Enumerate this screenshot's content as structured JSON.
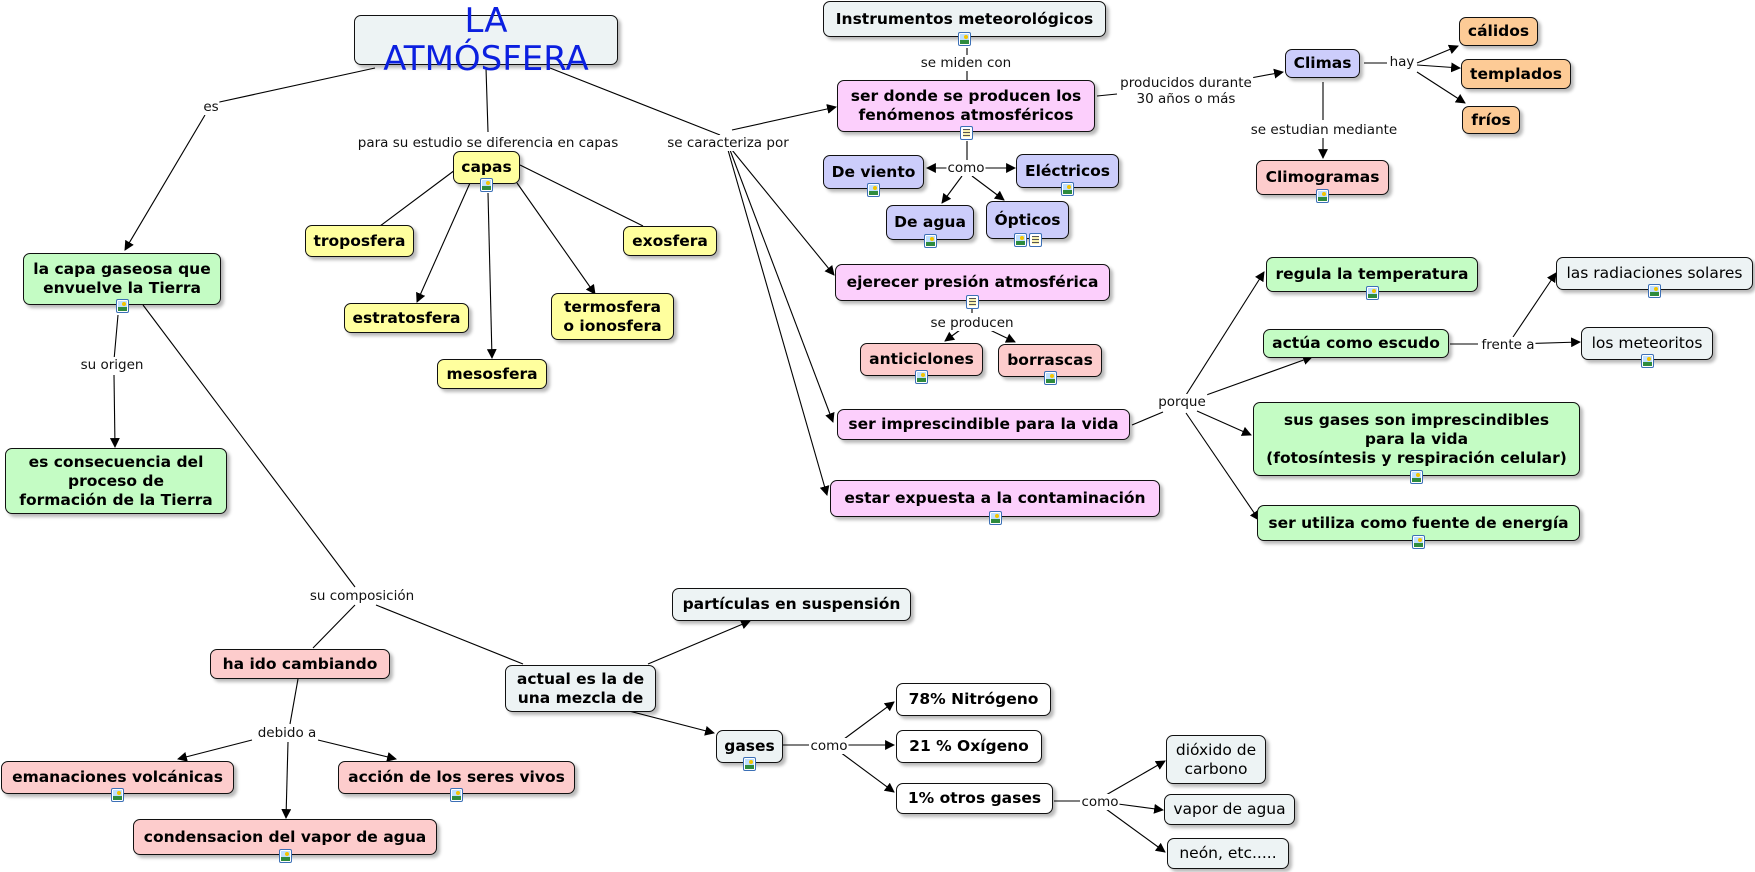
{
  "map_title": "LA ATMÓSFERA",
  "colors": {
    "title_text": "#0b1fe0",
    "gray_node": "#edf3f4",
    "yellow_node": "#ffff9e",
    "green_node": "#c4fcc4",
    "pink_node": "#fccffc",
    "purple_node": "#cccdfb",
    "salmon_node": "#fdcccc",
    "orange_node": "#fdcb96",
    "white_node": "#ffffff"
  },
  "nodes": {
    "title": {
      "text": "LA ATMÓSFERA",
      "icons": []
    },
    "capa_gaseosa": {
      "text": "la capa gaseosa que\nenvuelve la Tierra",
      "icons": [
        "image-icon"
      ]
    },
    "consecuencia": {
      "text": "es consecuencia del\nproceso de\nformación de la Tierra",
      "icons": []
    },
    "capas": {
      "text": "capas",
      "icons": [
        "image-icon"
      ]
    },
    "troposfera": {
      "text": "troposfera",
      "icons": []
    },
    "estratosfera": {
      "text": "estratosfera",
      "icons": []
    },
    "mesosfera": {
      "text": "mesosfera",
      "icons": []
    },
    "termosfera": {
      "text": "termosfera\no ionosfera",
      "icons": []
    },
    "exosfera": {
      "text": "exosfera",
      "icons": []
    },
    "instrumentos": {
      "text": "Instrumentos meteorológicos",
      "icons": [
        "image-icon"
      ]
    },
    "fenomenos": {
      "text": "ser donde se producen los\nfenómenos atmosféricos",
      "icons": [
        "document-icon"
      ]
    },
    "viento": {
      "text": "De viento",
      "icons": [
        "image-icon"
      ]
    },
    "electricos": {
      "text": "Eléctricos",
      "icons": [
        "image-icon"
      ]
    },
    "agua": {
      "text": "De agua",
      "icons": [
        "image-icon"
      ]
    },
    "opticos": {
      "text": "Ópticos",
      "icons": [
        "image-icon",
        "document-icon"
      ]
    },
    "climas": {
      "text": "Climas",
      "icons": []
    },
    "calidos": {
      "text": "cálidos",
      "icons": []
    },
    "templados": {
      "text": "templados",
      "icons": []
    },
    "frios": {
      "text": "fríos",
      "icons": []
    },
    "climogramas": {
      "text": "Climogramas",
      "icons": [
        "image-icon"
      ]
    },
    "presion": {
      "text": "ejerecer presión atmosférica",
      "icons": [
        "document-icon"
      ]
    },
    "anticiclones": {
      "text": "anticiclones",
      "icons": [
        "image-icon"
      ]
    },
    "borrascas": {
      "text": "borrascas",
      "icons": [
        "image-icon"
      ]
    },
    "imprescindible": {
      "text": "ser imprescindible para la vida",
      "icons": []
    },
    "contaminacion": {
      "text": "estar expuesta a la contaminación",
      "icons": [
        "image-icon"
      ]
    },
    "regula": {
      "text": "regula la temperatura",
      "icons": [
        "image-icon"
      ]
    },
    "escudo": {
      "text": "actúa como escudo",
      "icons": []
    },
    "sus_gases": {
      "text": "sus gases son imprescindibles\npara la vida\n(fotosíntesis y respiración celular)",
      "icons": [
        "image-icon"
      ]
    },
    "energia": {
      "text": "ser utiliza como fuente de energía",
      "icons": [
        "image-icon"
      ]
    },
    "radiaciones": {
      "text": "las radiaciones solares",
      "icons": [
        "image-icon"
      ]
    },
    "meteoritos": {
      "text": "los meteoritos",
      "icons": [
        "image-icon"
      ]
    },
    "cambiando": {
      "text": "ha ido cambiando",
      "icons": []
    },
    "mezcla": {
      "text": "actual es la de\nuna mezcla de",
      "icons": []
    },
    "particulas": {
      "text": "partículas en suspensión",
      "icons": []
    },
    "gases": {
      "text": "gases",
      "icons": [
        "image-icon"
      ]
    },
    "nitrogeno": {
      "text": "78% Nitrógeno",
      "icons": []
    },
    "oxigeno": {
      "text": "21 % Oxígeno",
      "icons": []
    },
    "otros": {
      "text": "1% otros gases",
      "icons": []
    },
    "dioxido": {
      "text": "dióxido de\ncarbono",
      "icons": []
    },
    "vapor": {
      "text": "vapor de agua",
      "icons": []
    },
    "neon": {
      "text": "neón, etc.....",
      "icons": []
    },
    "volcanicas": {
      "text": "emanaciones volcánicas",
      "icons": [
        "image-icon"
      ]
    },
    "seres_vivos": {
      "text": "acción de los seres vivos",
      "icons": [
        "image-icon"
      ]
    },
    "condensacion": {
      "text": "condensacion del vapor de agua",
      "icons": [
        "image-icon"
      ]
    }
  },
  "linking_phrases": {
    "es": "es",
    "para_estudio": "para su estudio se diferencia en capas",
    "caracteriza": "se caracteriza por",
    "su_origen": "su origen",
    "su_composicion": "su composición",
    "se_miden": "se miden con",
    "como_fen": "como",
    "producidos": "producidos durante\n30 años o más",
    "hay": "hay",
    "se_estudian": "se estudian mediante",
    "se_producen": "se producen",
    "porque": "porque",
    "frente_a": "frente a",
    "debido_a": "debido a",
    "como_gases": "como",
    "como_otros": "como"
  }
}
